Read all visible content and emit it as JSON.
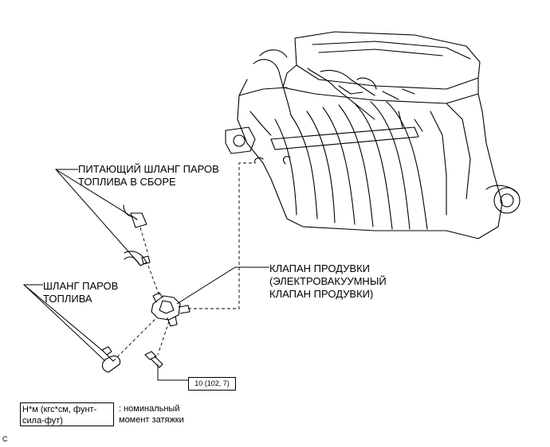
{
  "labels": {
    "supply_hose_line1": "ПИТАЮЩИЙ ШЛАНГ ПАРОВ",
    "supply_hose_line2": "ТОПЛИВА В СБОРЕ",
    "fuel_vapor_hose_line1": "ШЛАНГ ПАРОВ",
    "fuel_vapor_hose_line2": "ТОПЛИВА",
    "purge_valve_line1": "КЛАПАН ПРОДУВКИ",
    "purge_valve_line2": "(ЭЛЕКТРОВАКУУМНЫЙ",
    "purge_valve_line3": "КЛАПАН ПРОДУВКИ)"
  },
  "torque": "10 (102, 7)",
  "legend": {
    "box_line1": "Н*м (кгс*см, фунт-",
    "box_line2": "сила-фут)",
    "desc_line1": ": номинальный",
    "desc_line2": "момент затяжки"
  },
  "corner_mark": "C"
}
